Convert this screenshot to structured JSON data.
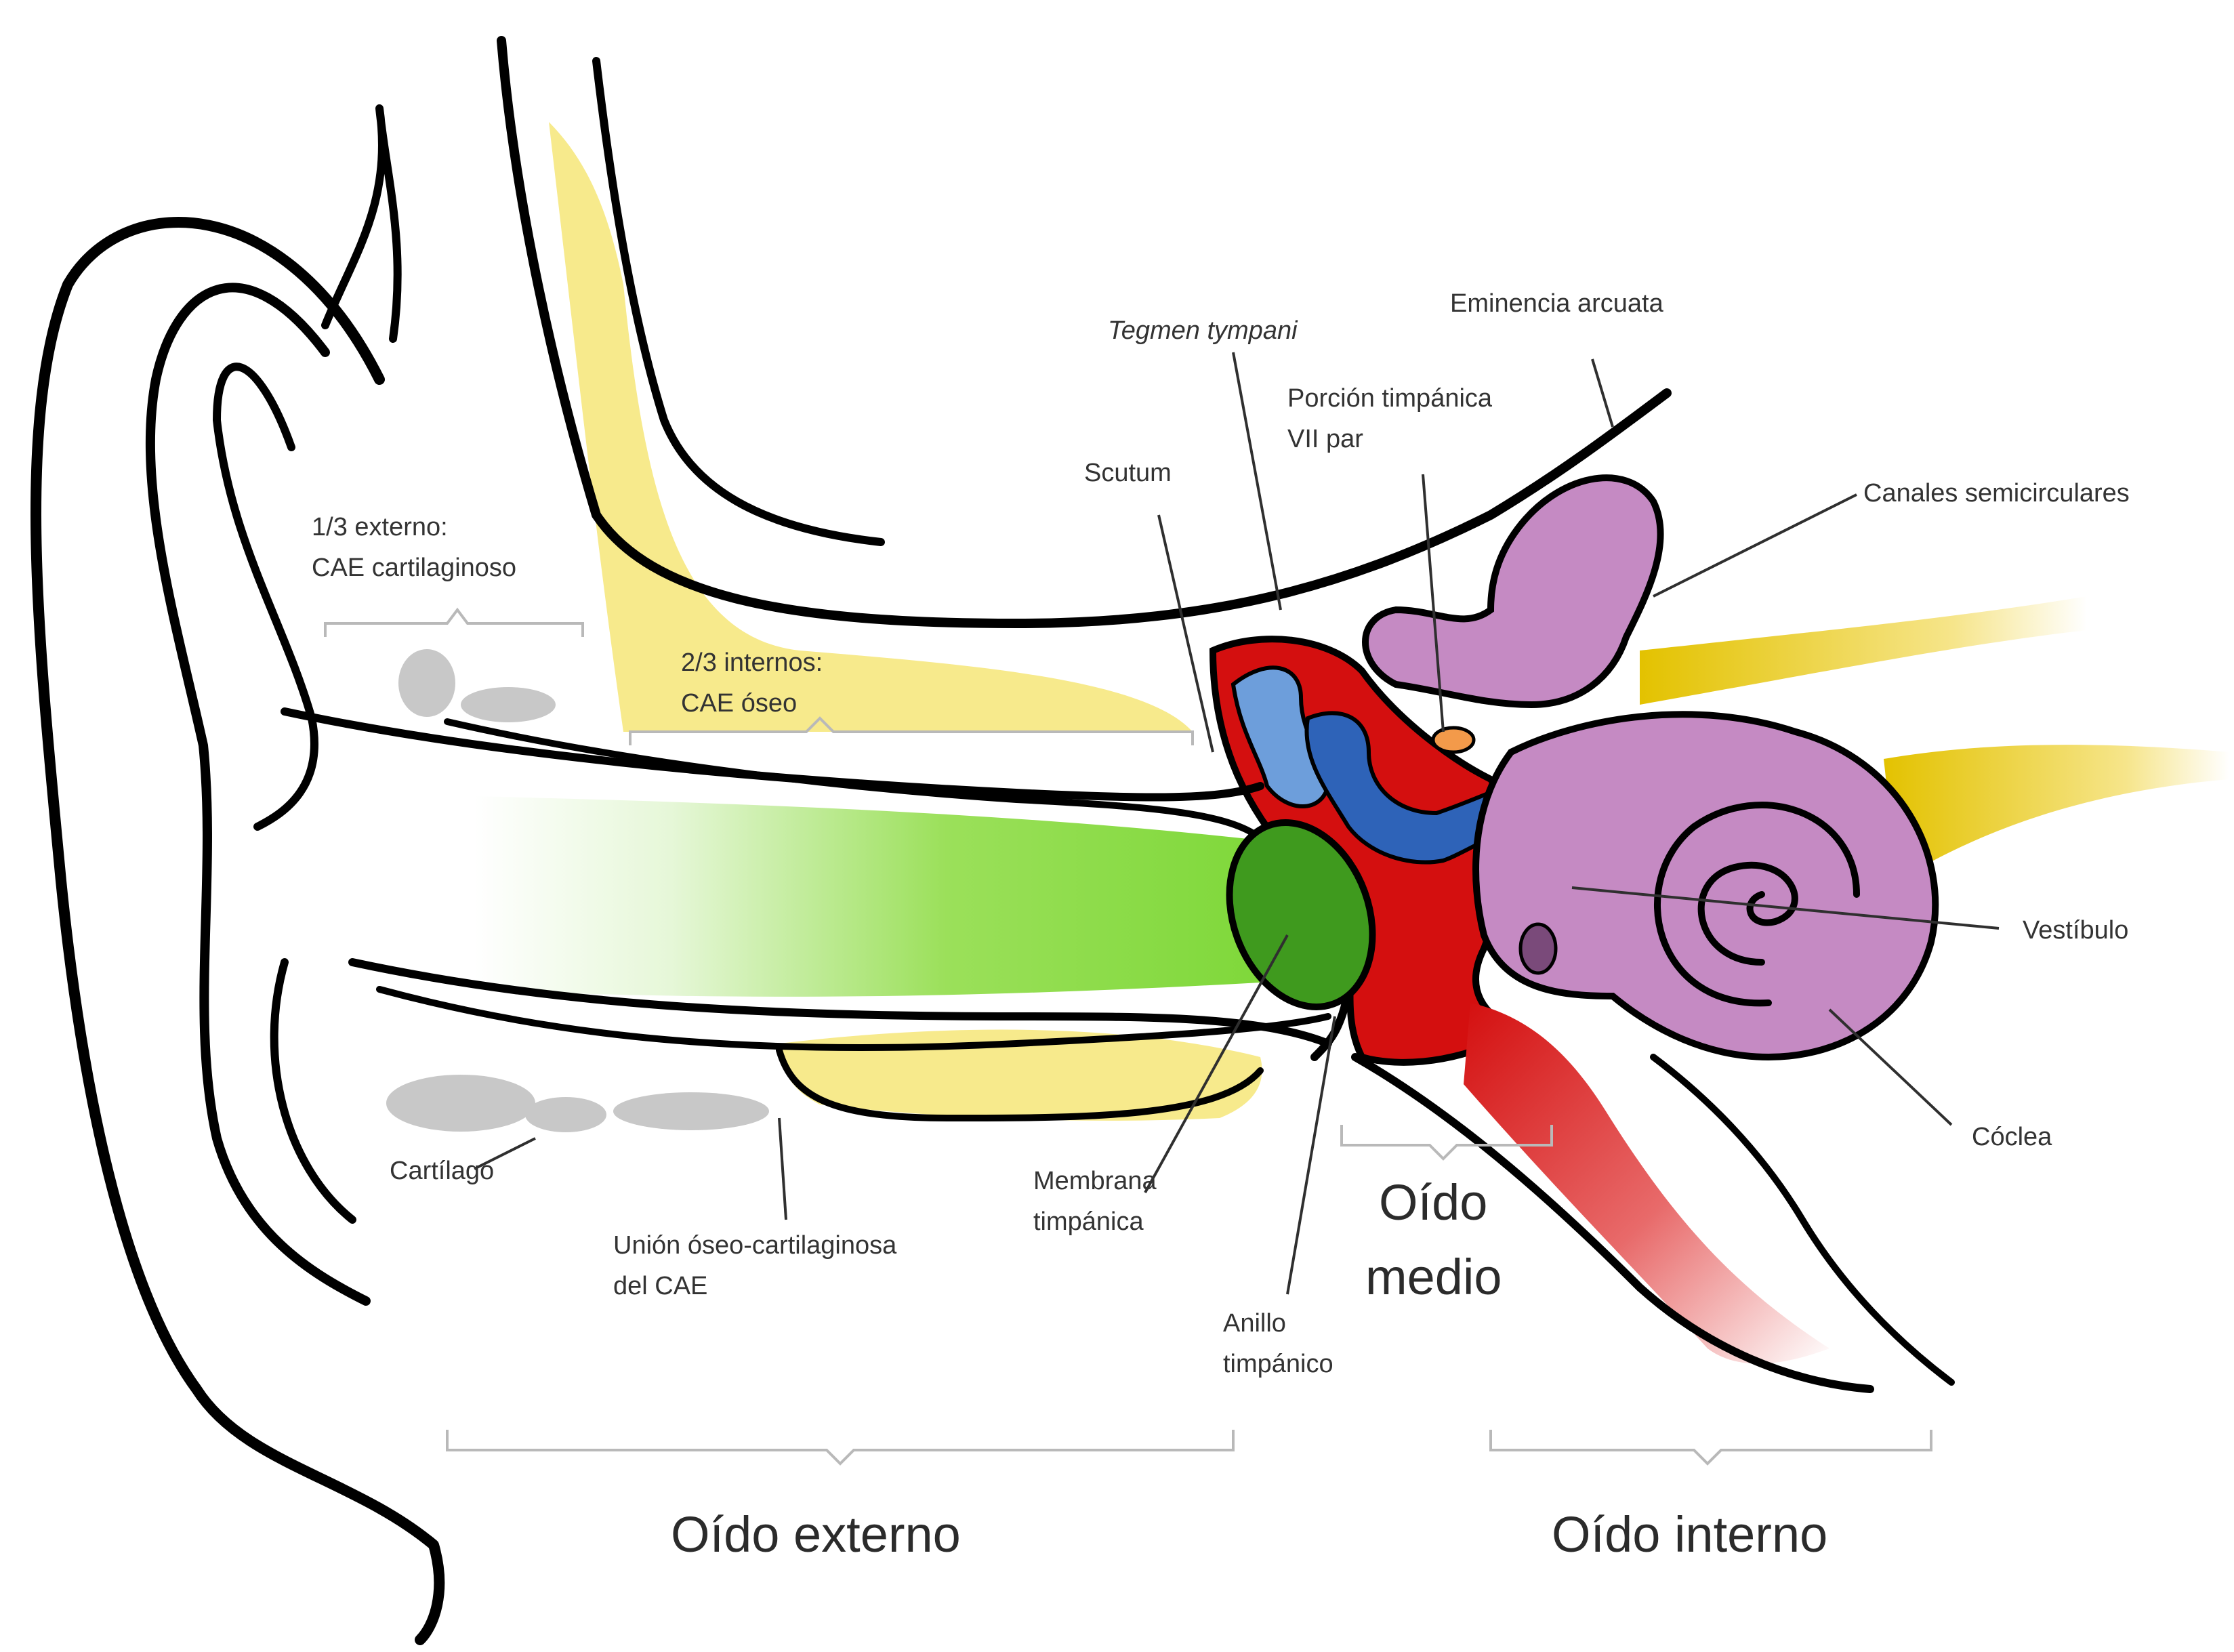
{
  "labels": {
    "externo_1": "1/3 externo:",
    "externo_2": "CAE cartilaginoso",
    "internos_1": "2/3 internos:",
    "internos_2": "CAE óseo",
    "tegmen": "Tegmen tympani",
    "eminencia": "Eminencia arcuata",
    "porcion_1": "Porción timpánica",
    "porcion_2": "VII par",
    "scutum": "Scutum",
    "canales": "Canales semicirculares",
    "vestibulo": "Vestíbulo",
    "coclea": "Cóclea",
    "cartilago": "Cartílago",
    "union_1": "Unión óseo-cartilaginosa",
    "union_2": "del CAE",
    "membrana_1": "Membrana",
    "membrana_2": "timpánica",
    "anillo_1": "Anillo",
    "anillo_2": "timpánico"
  },
  "regions": {
    "medio_1": "Oído",
    "medio_2": "medio",
    "externo": "Oído externo",
    "interno": "Oído interno"
  },
  "colors": {
    "bone": "#f7ea8c",
    "canal": "#7fd83a",
    "tympanic_membrane": "#3f9a1e",
    "middle_ear": "#d40f0f",
    "ossicles_light": "#6d9edb",
    "ossicles_dark": "#2e63b8",
    "inner_ear": "#c58ac3",
    "nerve": "#e8c800",
    "facial_nerve": "#f39a4a",
    "cartilage": "#c8c8c8"
  }
}
